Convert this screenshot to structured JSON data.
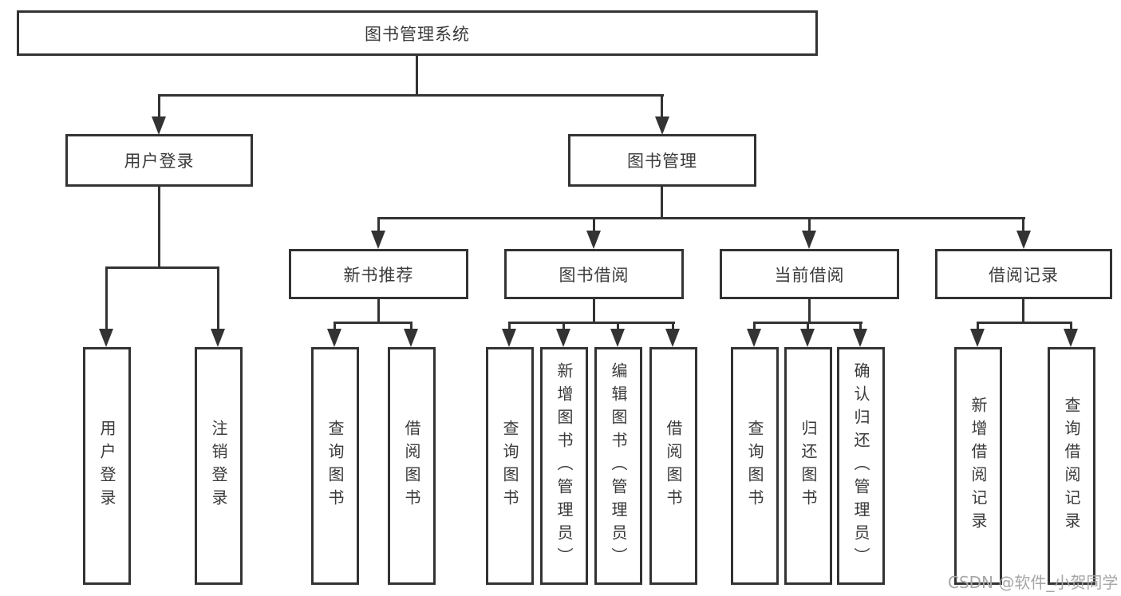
{
  "title": "图书管理系统",
  "watermark": {
    "text": "CSDN @软件_小贺同学"
  },
  "colors": {
    "line": "#333333",
    "text": "#3a3a3a",
    "background": "#ffffff",
    "watermark": "#a6a6a6"
  },
  "tree": {
    "root": {
      "label": "图书管理系统"
    },
    "level2": [
      {
        "label": "用户登录",
        "children": [
          {
            "label": "用户登录"
          },
          {
            "label": "注销登录"
          }
        ]
      },
      {
        "label": "图书管理",
        "children": [
          {
            "label": "新书推荐",
            "children": [
              {
                "label": "查询图书"
              },
              {
                "label": "借阅图书"
              }
            ]
          },
          {
            "label": "图书借阅",
            "children": [
              {
                "label": "查询图书"
              },
              {
                "label": "新增图书（管理员）"
              },
              {
                "label": "编辑图书（管理员）"
              },
              {
                "label": "借阅图书"
              }
            ]
          },
          {
            "label": "当前借阅",
            "children": [
              {
                "label": "查询图书"
              },
              {
                "label": "归还图书"
              },
              {
                "label": "确认归还（管理员）"
              }
            ]
          },
          {
            "label": "借阅记录",
            "children": [
              {
                "label": "新增借阅记录"
              },
              {
                "label": "查询借阅记录"
              }
            ]
          }
        ]
      }
    ]
  }
}
